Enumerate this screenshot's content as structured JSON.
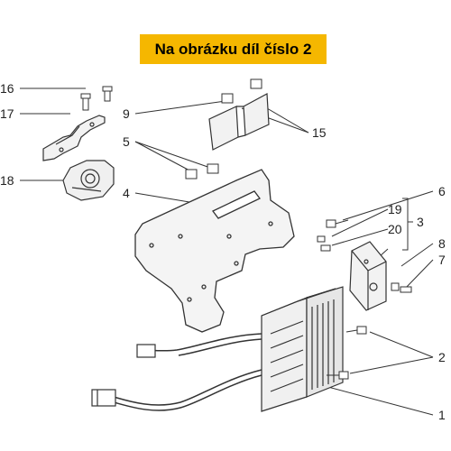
{
  "banner": {
    "text": "Na obrázku díl číslo 2",
    "color": "#f5b700"
  },
  "callouts": {
    "c16": "16",
    "c17": "17",
    "c18": "18",
    "c9": "9",
    "c5": "5",
    "c4": "4",
    "c15": "15",
    "c6": "6",
    "c19": "19",
    "c3": "3",
    "c20": "20",
    "c8": "8",
    "c7": "7",
    "c2": "2",
    "c1": "1"
  }
}
